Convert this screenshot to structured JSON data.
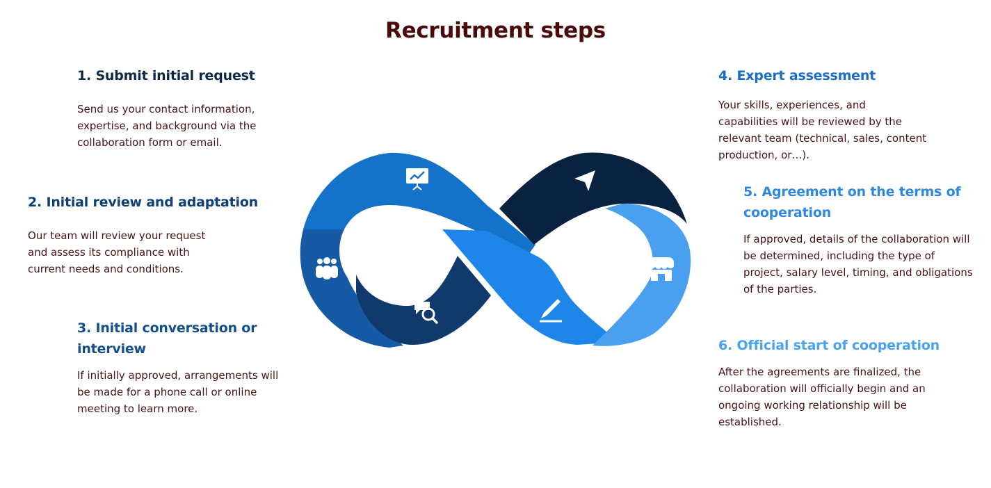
{
  "title": "Recruitment steps",
  "steps": [
    {
      "heading": "1. Submit initial request",
      "body": "Send us your contact information, expertise, and background via the collaboration form or email."
    },
    {
      "heading": "2. Initial review and adaptation",
      "body": "Our team will review your request and assess its compliance with current needs and conditions."
    },
    {
      "heading": "3. Initial conversation or interview",
      "body": "If initially approved, arrangements will be made for a phone call or online meeting to learn more."
    },
    {
      "heading": "4. Expert assessment",
      "body": "Your skills, experiences, and capabilities will be reviewed by the relevant team (technical, sales, content production, or…)."
    },
    {
      "heading": "5. Agreement on the terms of cooperation",
      "body": "If approved, details of the collaboration will be determined, including the type of project, salary level, timing, and obligations of the parties."
    },
    {
      "heading": "6. Official start of cooperation",
      "body": "After the agreements are finalized, the collaboration will officially begin and an ongoing working relationship will be established."
    }
  ],
  "diagram": {
    "segments": [
      {
        "name": "presentation-chart",
        "color": "#1572c9"
      },
      {
        "name": "team-group",
        "color": "#1659a4"
      },
      {
        "name": "chat-search",
        "color": "#0f3a6b"
      },
      {
        "name": "pen-edit",
        "color": "#1e86e8"
      },
      {
        "name": "storefront",
        "color": "#4aa0ef"
      },
      {
        "name": "paper-plane",
        "color": "#082240"
      }
    ]
  }
}
